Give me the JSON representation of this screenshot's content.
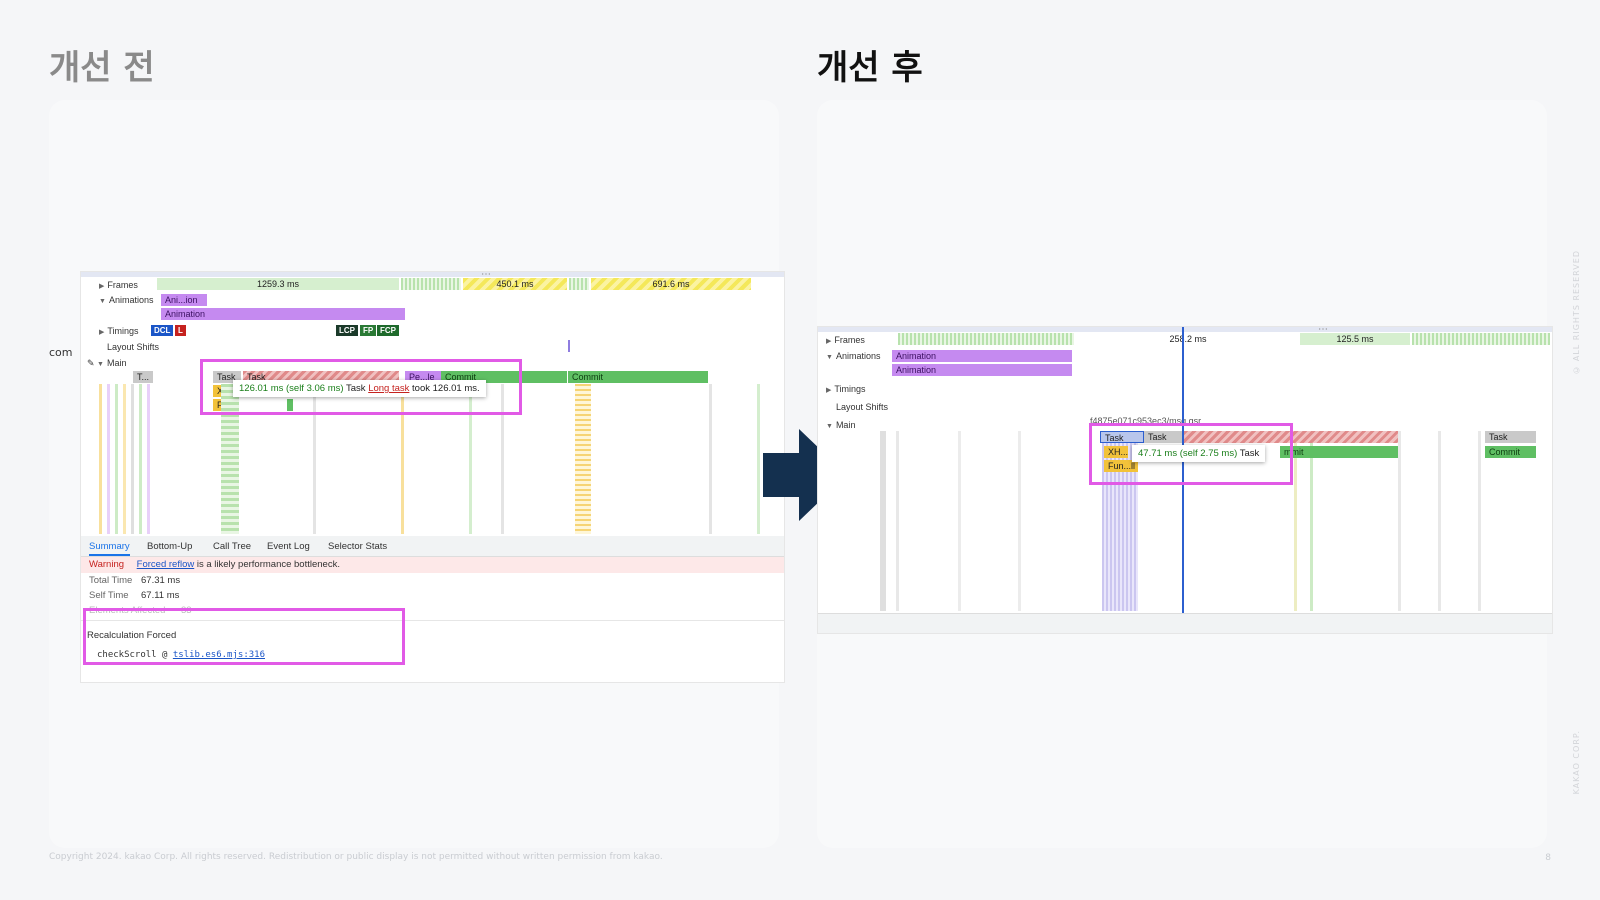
{
  "headings": {
    "before": "개선 전",
    "after": "개선 후"
  },
  "before": {
    "side_label": "com",
    "tracks": {
      "frames": "Frames",
      "animations": "Animations",
      "timings": "Timings",
      "layout_shifts": "Layout Shifts",
      "main": "Main"
    },
    "frames": [
      "1259.3 ms",
      "450.1 ms",
      "691.6 ms"
    ],
    "animations": [
      "Ani...ion",
      "Animation"
    ],
    "timings_badges": [
      "DCL",
      "L",
      "LCP",
      "FP",
      "FCP"
    ],
    "main_bars": {
      "t": "T...",
      "task1": "Task",
      "task2": "Task",
      "pe": "Pe...le",
      "commit1": "Commit",
      "commit2": "Commit",
      "x": "X...",
      "fu": "Fu...l"
    },
    "tooltip": {
      "ms": "126.01 ms (self 3.06 ms)",
      "label": "Task",
      "link": "Long task",
      "rest": "took 126.01 ms."
    },
    "tabs": [
      "Summary",
      "Bottom-Up",
      "Call Tree",
      "Event Log",
      "Selector Stats"
    ],
    "warning": {
      "label": "Warning",
      "link": "Forced reflow",
      "text": "is a likely performance bottleneck."
    },
    "summary": {
      "total_label": "Total Time",
      "total_value": "67.31 ms",
      "self_label": "Self Time",
      "self_value": "67.11 ms",
      "elements_label": "Elements Affected",
      "elements_value": "33"
    },
    "recalc": {
      "title": "Recalculation Forced",
      "fn": "checkScroll @",
      "src": "tslib.es6.mjs:316"
    }
  },
  "after": {
    "tracks": {
      "frames": "Frames",
      "animations": "Animations",
      "timings": "Timings",
      "layout_shifts": "Layout Shifts",
      "main": "Main"
    },
    "frames": [
      "258.2 ms",
      "125.5 ms"
    ],
    "animations": [
      "Animation",
      "Animation"
    ],
    "main_header": "f4875e071c953ec3/msg.gsr",
    "main_bars": {
      "task_sel": "Task",
      "task": "Task",
      "xh": "XH...",
      "fun": "Fun...ll",
      "commit": "mmit",
      "task_right": "Task",
      "commit_right": "Commit"
    },
    "tooltip": {
      "ms": "47.71 ms (self 2.75 ms)",
      "label": "Task"
    }
  },
  "footer": "Copyright 2024. kakao Corp. All rights reserved. Redistribution or public display is not permitted without written permission from kakao.",
  "page_number": "8",
  "side_rights": "© ALL RIGHTS RESERVED",
  "side_corp": "KAKAO CORP.",
  "colors": {
    "highlight": "#e15ae6",
    "arrow": "#14304f",
    "animation": "#c58af0",
    "commit": "#5fbf63",
    "selection_line": "#2c5fcf"
  }
}
